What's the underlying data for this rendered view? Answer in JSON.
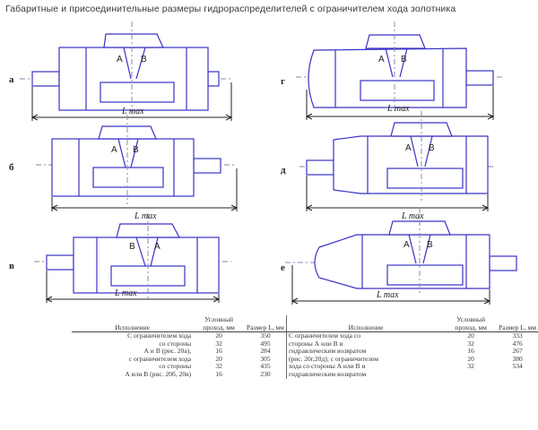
{
  "title": "Габаритные и присоединительные размеры гидрораспределителей с ограничителем хода золотника",
  "dimension_label": "L max",
  "variants": [
    {
      "letter": "а",
      "ports": [
        "A",
        "B"
      ]
    },
    {
      "letter": "б",
      "ports": [
        "A",
        "B"
      ]
    },
    {
      "letter": "в",
      "ports": [
        "B",
        "A"
      ]
    },
    {
      "letter": "г",
      "ports": [
        "A",
        "B"
      ]
    },
    {
      "letter": "д",
      "ports": [
        "A",
        "B"
      ]
    },
    {
      "letter": "е",
      "ports": [
        "A",
        "B"
      ]
    }
  ],
  "table": {
    "headers": [
      "Исполнение",
      "Условный проход, мм",
      "Размер L, мм",
      "Исполнение",
      "Условный проход, мм",
      "Размер L, мм"
    ],
    "left_rows": [
      [
        "С ограничителем хода",
        "20",
        "350"
      ],
      [
        "со стороны",
        "32",
        "495"
      ],
      [
        "А и В (рис. 20а),",
        "16",
        "284"
      ],
      [
        "с ограничителем хода",
        "20",
        "305"
      ],
      [
        "со стороны",
        "32",
        "435"
      ],
      [
        "А или В (рис. 20б, 20в)",
        "16",
        "230"
      ]
    ],
    "right_rows": [
      [
        "С ограничителем хода со",
        "20",
        "333"
      ],
      [
        "стороны А или В и",
        "32",
        "476"
      ],
      [
        "гидравлическим возвратом",
        "16",
        "267"
      ],
      [
        "(рис. 20г,20д); с ограничителем",
        "20",
        "380"
      ],
      [
        "хода со стороны А или В и",
        "32",
        "534"
      ],
      [
        "гидравлическим возвратом",
        "",
        ""
      ]
    ]
  }
}
